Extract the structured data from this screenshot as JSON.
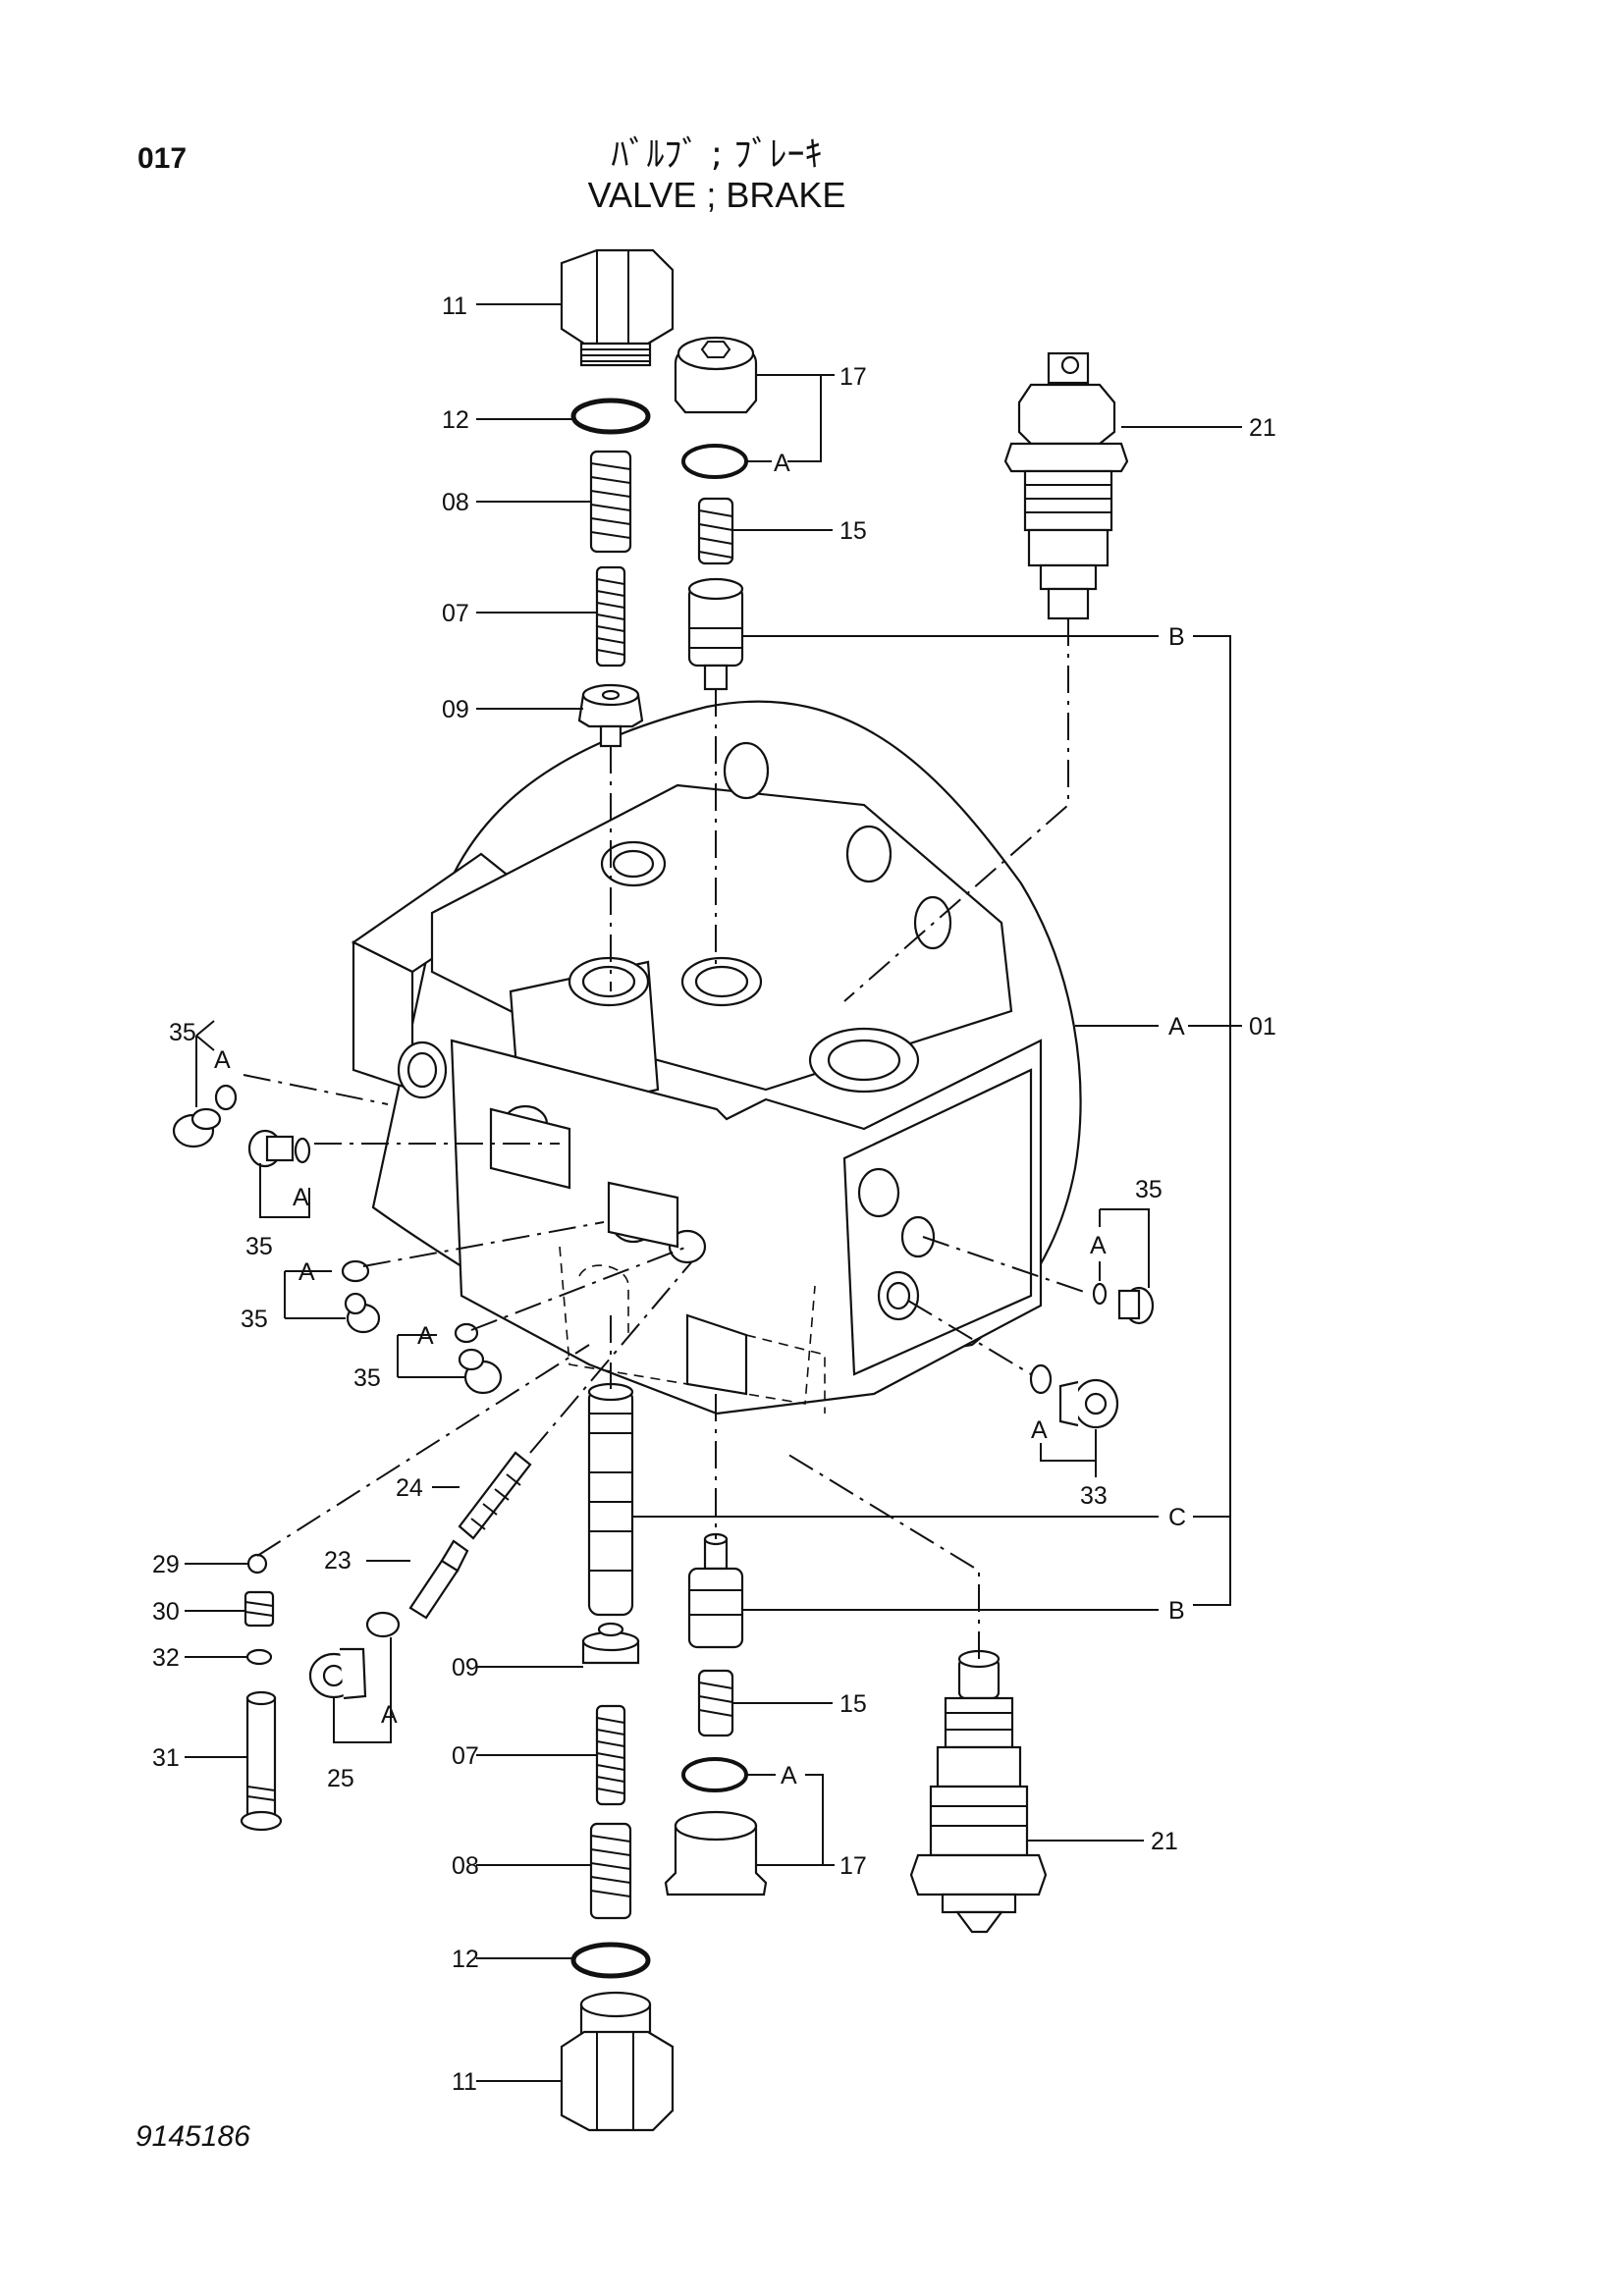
{
  "header": {
    "page_number": "017",
    "title_jp": "ﾊﾞﾙﾌﾞ ; ﾌﾞﾚｰｷ",
    "title_en": "VALVE ; BRAKE"
  },
  "footer": {
    "drawing_number": "9145186"
  },
  "callouts": {
    "c11_top": "11",
    "c12_top": "12",
    "c08_top": "08",
    "c07_top": "07",
    "c09_top": "09",
    "c17_top": "17",
    "c17_top_a": "A",
    "c15_top": "15",
    "c21_top": "21",
    "c_b_top": "B",
    "c_a_right": "A",
    "c01": "01",
    "c35_a": "35",
    "c35_a_a": "A",
    "c35_b": "35",
    "c35_b_a": "A",
    "c35_c": "35",
    "c35_c_a": "A",
    "c35_d": "35",
    "c35_d_a": "A",
    "c35_e": "35",
    "c35_e_a": "A",
    "c33": "33",
    "c33_a": "A",
    "c24": "24",
    "c23": "23",
    "c29": "29",
    "c30": "30",
    "c32": "32",
    "c31": "31",
    "c25": "25",
    "c25_a": "A",
    "c_c": "C",
    "c_b_bot": "B",
    "c09_bot": "09",
    "c15_bot": "15",
    "c17_bot_a": "A",
    "c07_bot": "07",
    "c08_bot": "08",
    "c17_bot": "17",
    "c21_bot": "21",
    "c12_bot": "12",
    "c11_bot": "11"
  }
}
